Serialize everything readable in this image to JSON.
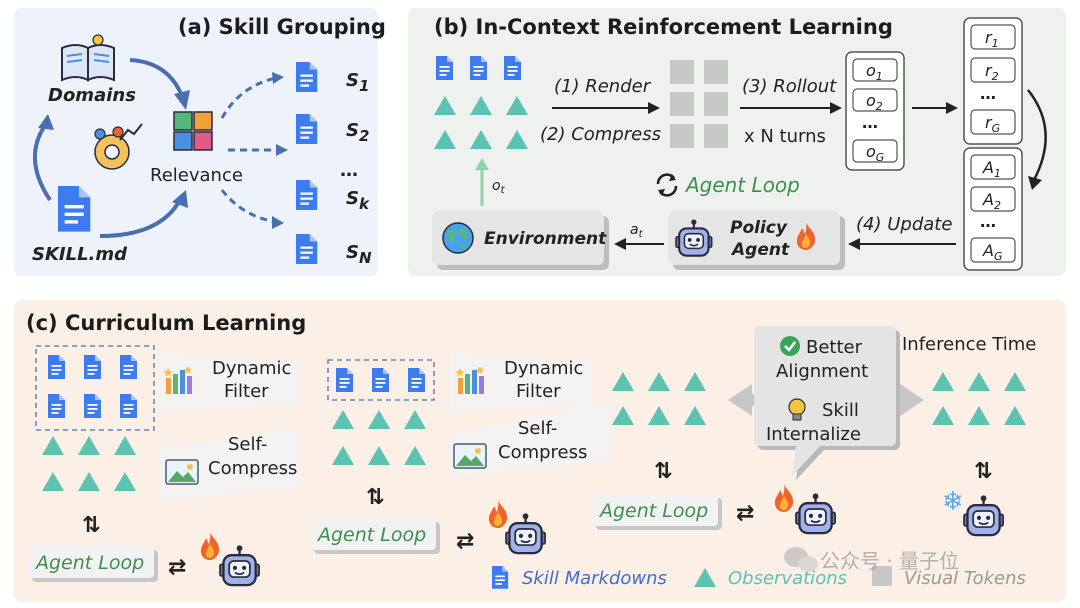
{
  "panel_a": {
    "title": "(a) Skill Grouping",
    "domains": "Domains",
    "relevance": "Relevance",
    "skill_md": "SKILL.md",
    "skills": [
      {
        "label": "S",
        "sub": "1"
      },
      {
        "label": "S",
        "sub": "2"
      },
      {
        "label": "…",
        "sub": ""
      },
      {
        "label": "S",
        "sub": "k"
      },
      {
        "label": "S",
        "sub": "N"
      }
    ]
  },
  "panel_b": {
    "title": "(b) In-Context Reinforcement Learning",
    "render": "(1) Render",
    "compress": "(2) Compress",
    "rollout": "(3) Rollout",
    "n_turns": "x N turns",
    "update": "(4) Update",
    "agent_loop": "Agent Loop",
    "environment": "Environment",
    "policy_agent_1": "Policy",
    "policy_agent_2": "Agent",
    "obs_label": "o",
    "obs_sub": "t",
    "act_label": "a",
    "act_sub": "t",
    "o_items": [
      {
        "l": "o",
        "s": "1"
      },
      {
        "l": "o",
        "s": "2"
      },
      {
        "l": "…",
        "s": ""
      },
      {
        "l": "o",
        "s": "G"
      }
    ],
    "r_items": [
      {
        "l": "r",
        "s": "1"
      },
      {
        "l": "r",
        "s": "2"
      },
      {
        "l": "…",
        "s": ""
      },
      {
        "l": "r",
        "s": "G"
      }
    ],
    "a_items": [
      {
        "l": "A",
        "s": "1"
      },
      {
        "l": "A",
        "s": "2"
      },
      {
        "l": "…",
        "s": ""
      },
      {
        "l": "A",
        "s": "G"
      }
    ]
  },
  "panel_c": {
    "title": "(c) Curriculum Learning",
    "dynamic": "Dynamic",
    "filter": "Filter",
    "self": "Self-",
    "compress": "Compress",
    "agent_loop": "Agent Loop",
    "better": "Better",
    "alignment": "Alignment",
    "skill": "Skill",
    "internalize": "Internalize",
    "inference_time": "Inference Time"
  },
  "legend": {
    "skill_markdowns": "Skill Markdowns",
    "observations": "Observations",
    "visual_tokens": "Visual Tokens"
  },
  "watermark": "公众号 · 量子位",
  "colors": {
    "doc_blue": "#3d7bf0",
    "teal": "#5cc3b3",
    "agent_green": "#2f7d3f",
    "fire": "#f0632b",
    "panel_a_bg": "#eef3fb",
    "panel_b_bg": "#eef1ee",
    "panel_c_bg": "#fbefe6"
  }
}
